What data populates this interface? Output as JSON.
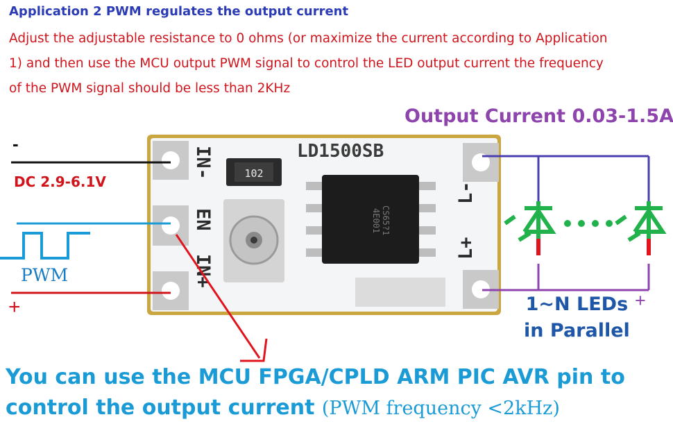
{
  "heading": "Application 2 PWM regulates the output current",
  "description_lines": [
    "Adjust the adjustable resistance to 0 ohms (or maximize the current according to Application",
    "1) and then use the MCU output PWM signal to control the LED output current the frequency",
    "of the PWM signal should be less than 2KHz"
  ],
  "output_current": "Output Current 0.03-1.5A",
  "input": {
    "minus": "-",
    "dc": "DC 2.9-6.1V",
    "pwm": "PWM",
    "plus": "+"
  },
  "board": {
    "model": "LD1500SB",
    "resistor": "102",
    "left_pins": [
      "IN-",
      "EN",
      "IN+"
    ],
    "right_pins": [
      "L-",
      "L+"
    ],
    "chip_marking": [
      "CS65?1",
      "4E001"
    ]
  },
  "leds": {
    "line1": "1~N LEDs",
    "line2": "in Parallel",
    "plus": "+"
  },
  "bottom": {
    "line1": "You can use the MCU FPGA/CPLD ARM PIC AVR  pin to",
    "line2": "control the output current",
    "line2_note": "(PWM frequency <2kHz)"
  },
  "colors": {
    "heading": "#2b3bb5",
    "description": "#d0141c",
    "output_current": "#8e44ad",
    "bottom": "#1a9bd6",
    "led": "#21b24b",
    "pwm": "#1a7cc2"
  }
}
